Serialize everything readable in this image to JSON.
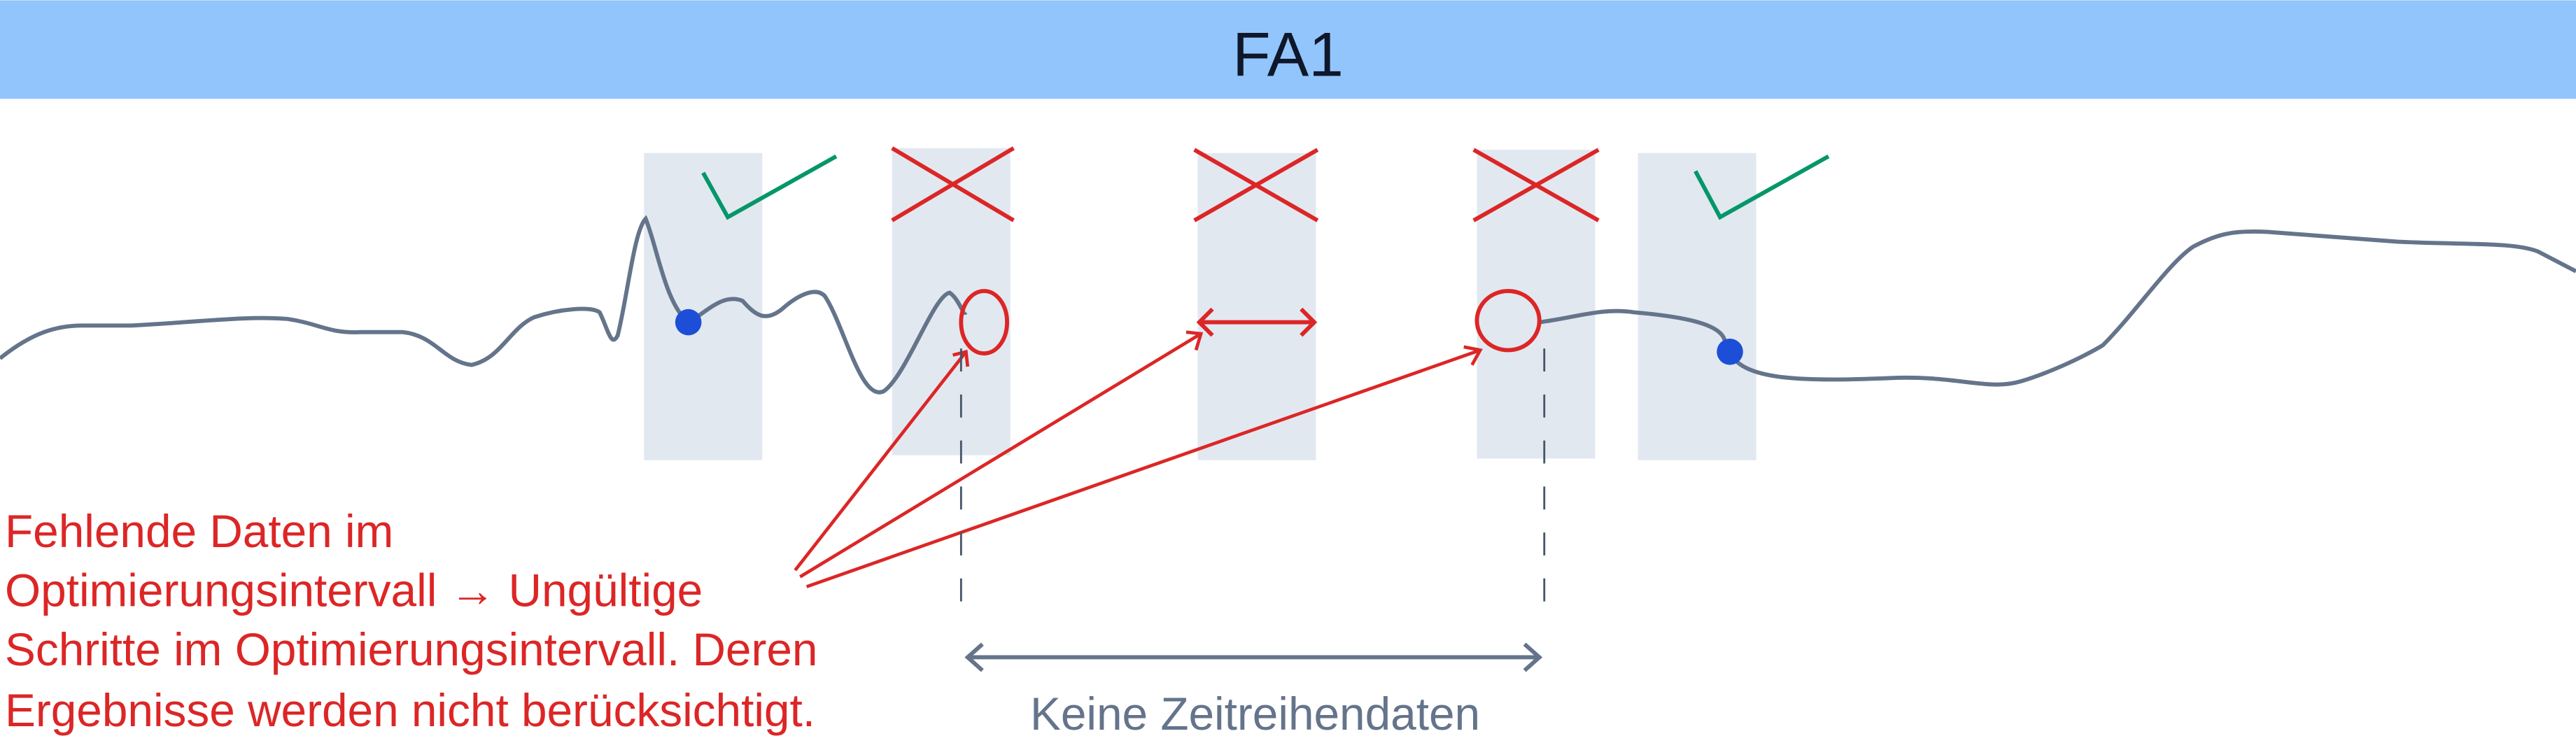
{
  "header": {
    "title": "FA1"
  },
  "annotation": {
    "lines": [
      "Fehlende Daten im",
      "Optimierungsintervall → Ungültige",
      "Schritte im Optimierungsintervall. Deren",
      "Ergebnisse werden nicht berücksichtigt."
    ]
  },
  "gap_label": "Keine Zeitreihendaten",
  "intervals": [
    {
      "status": "valid",
      "icon": "check-icon"
    },
    {
      "status": "invalid",
      "icon": "cross-icon"
    },
    {
      "status": "invalid",
      "icon": "cross-icon"
    },
    {
      "status": "invalid",
      "icon": "cross-icon"
    },
    {
      "status": "valid",
      "icon": "check-icon"
    }
  ],
  "colors": {
    "header": "#93c5fd",
    "interval": "#e2e8f0",
    "series": "#64748b",
    "valid": "#059669",
    "invalid": "#dc2626",
    "point": "#1d4ed8"
  }
}
